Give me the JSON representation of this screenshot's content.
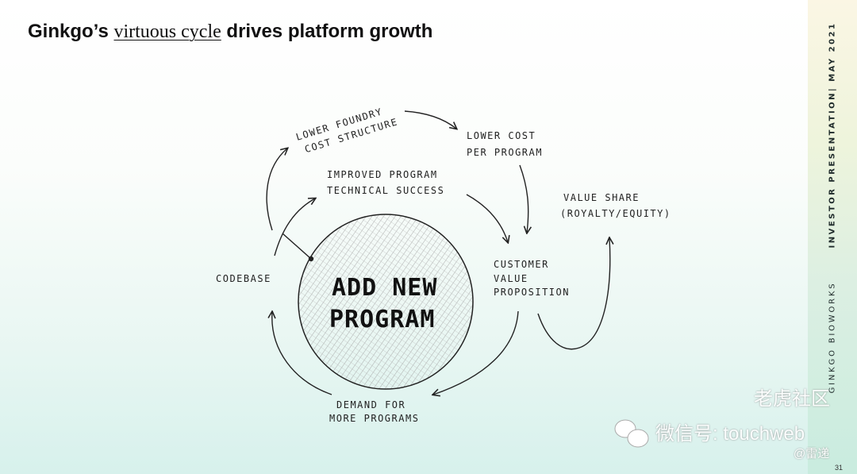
{
  "title": {
    "before": "Ginkgo’s ",
    "emphasis": "virtuous cycle",
    "after": " drives platform growth"
  },
  "sidebar": {
    "company": "GINKGO BIOWORKS",
    "presentation": "INVESTOR PRESENTATION| MAY 2021",
    "page_number": "31"
  },
  "diagram": {
    "center": [
      "ADD NEW",
      "PROGRAM"
    ],
    "nodes": {
      "lower_foundry": [
        "LOWER FOUNDRY",
        "COST STRUCTURE"
      ],
      "lower_cost": [
        "LOWER COST",
        "PER PROGRAM"
      ],
      "improved": [
        "IMPROVED PROGRAM",
        "TECHNICAL SUCCESS"
      ],
      "value_share": [
        "VALUE SHARE",
        "(ROYALTY/EQUITY)"
      ],
      "customer_value": [
        "CUSTOMER",
        "VALUE",
        "PROPOSITION"
      ],
      "codebase": "CODEBASE",
      "demand": [
        "DEMAND FOR",
        "MORE PROGRAMS"
      ]
    }
  },
  "watermark": {
    "wechat": "微信号: touchweb",
    "community": "老虎社区",
    "author": "@雷递"
  }
}
